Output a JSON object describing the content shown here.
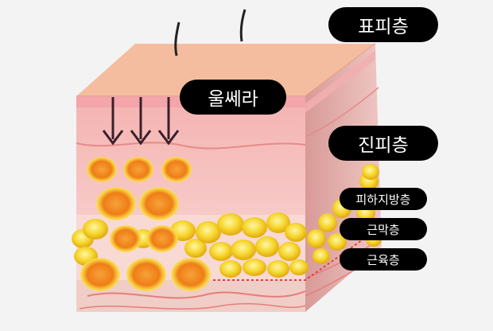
{
  "labels": {
    "epidermis": "표피층",
    "ulthera": "울쎄라",
    "dermis": "진피층",
    "subcutaneous": "피하지방층",
    "fascia": "근막층",
    "muscle": "근육층"
  },
  "colors": {
    "epidermis": "#f2b79a",
    "dermis": "#f6c7c4",
    "fat": "#f3d52a",
    "focal_point": "#f28a1e",
    "muscle": "#f1c9bf",
    "label_bg": "#000000"
  }
}
